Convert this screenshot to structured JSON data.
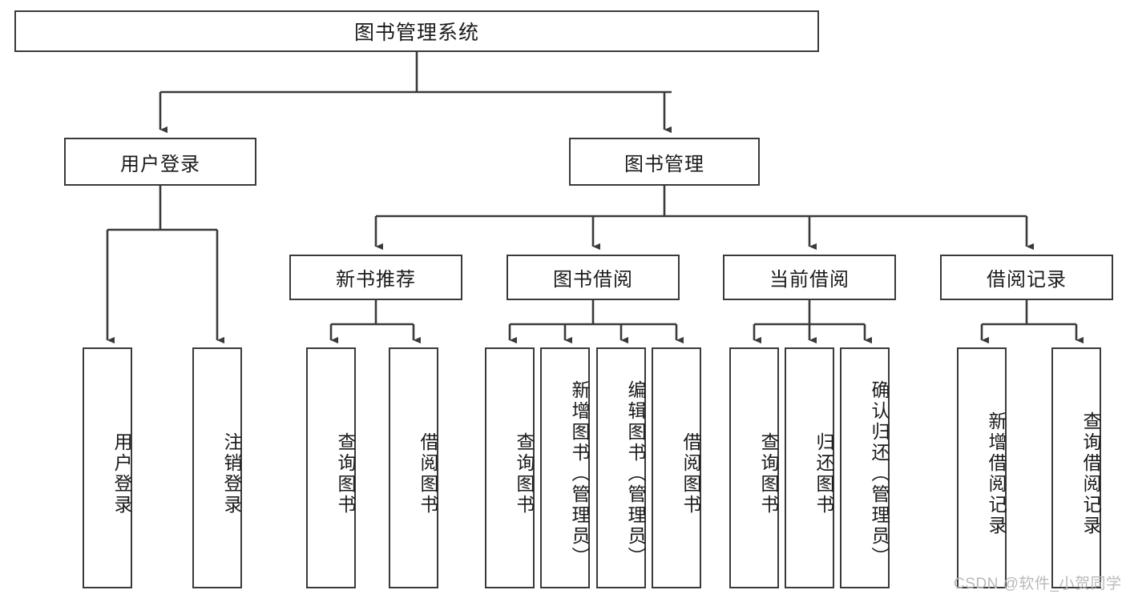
{
  "diagram": {
    "type": "hierarchy-tree",
    "title": "图书管理系统",
    "watermark": "CSDN @软件_小贺同学",
    "colors": {
      "stroke": "#3a3a3a",
      "fill": "#ffffff",
      "text": "#1a1a1a",
      "watermark": "#b9b9b9"
    },
    "nodes": {
      "root": {
        "label": "图书管理系统"
      },
      "level2": [
        {
          "label": "用户登录"
        },
        {
          "label": "图书管理"
        }
      ],
      "level3": [
        {
          "label": "新书推荐"
        },
        {
          "label": "图书借阅"
        },
        {
          "label": "当前借阅"
        },
        {
          "label": "借阅记录"
        }
      ],
      "leaves": {
        "user_login": [
          {
            "label": "用户登录"
          },
          {
            "label": "注销登录"
          }
        ],
        "new_book_recommend": [
          {
            "label": "查询图书"
          },
          {
            "label": "借阅图书"
          }
        ],
        "book_borrow": [
          {
            "label": "查询图书"
          },
          {
            "label": "新增图书（管理员）"
          },
          {
            "label": "编辑图书（管理员）"
          },
          {
            "label": "借阅图书"
          }
        ],
        "current_borrow": [
          {
            "label": "查询图书"
          },
          {
            "label": "归还图书"
          },
          {
            "label": "确认归还（管理员）"
          }
        ],
        "borrow_records": [
          {
            "label": "新增借阅记录"
          },
          {
            "label": "查询借阅记录"
          }
        ]
      }
    }
  }
}
